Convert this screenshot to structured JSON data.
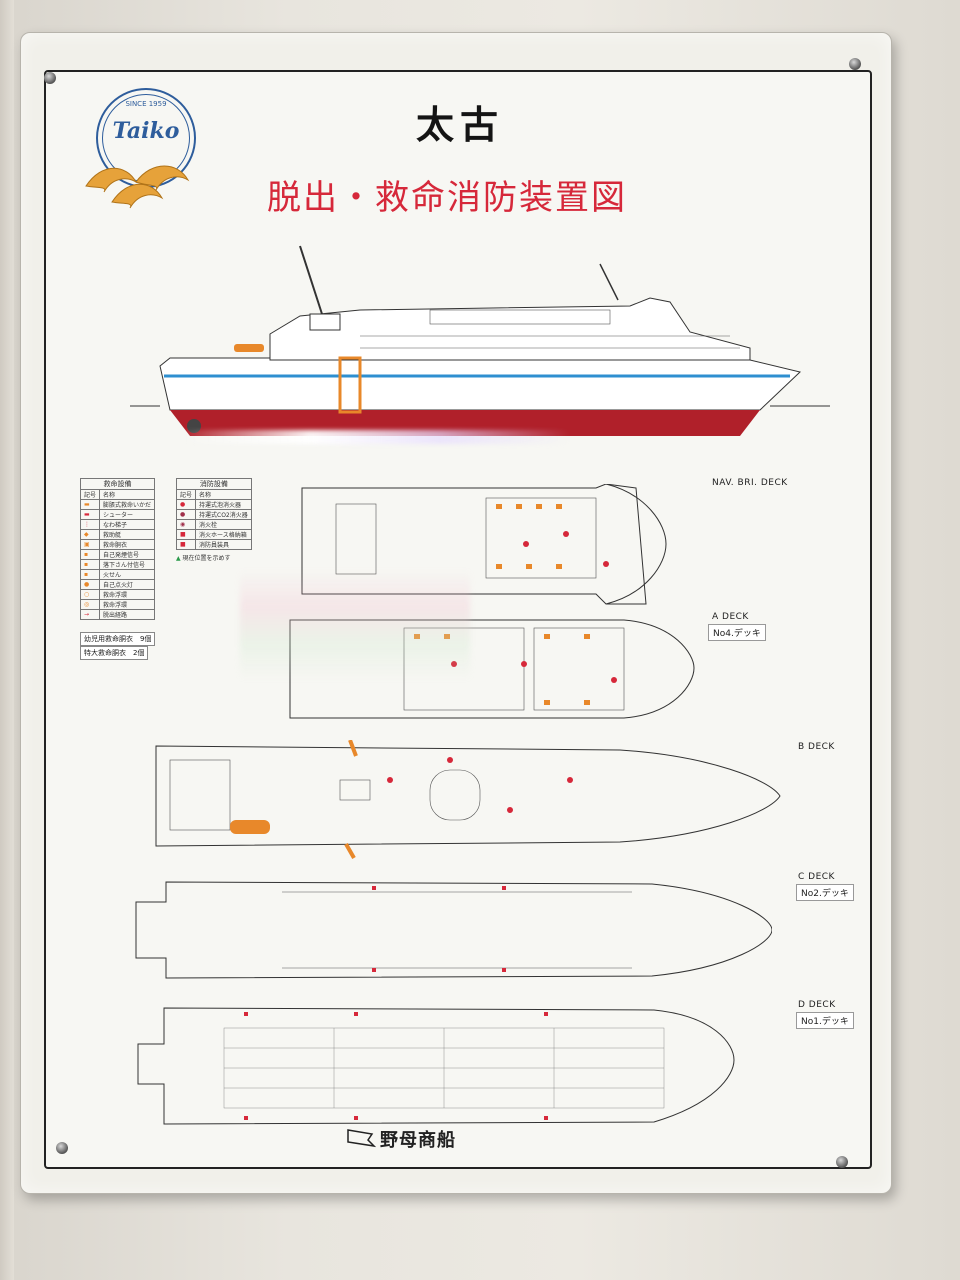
{
  "logo": {
    "since": "SINCE 1959",
    "name": "Taiko"
  },
  "title_jp": "太古",
  "subtitle": "脱出・救命消防装置図",
  "decks": {
    "nav_bri": "NAV. BRI. DECK",
    "a": "A DECK",
    "a_sub": "No4.デッキ",
    "b": "B DECK",
    "c": "C DECK",
    "c_sub": "No2.デッキ",
    "d": "D DECK",
    "d_sub": "No1.デッキ"
  },
  "legend_life": {
    "header": "救命設備",
    "col1": "記号",
    "col2": "名称",
    "items": [
      "膨脹式救命いかだ",
      "シューター",
      "なわ梯子",
      "救助艇",
      "救命胴衣",
      "自己発煙信号",
      "落下さん付信号",
      "火せん",
      "自己点火灯",
      "救命浮環",
      "救命浮環",
      "脱出経路"
    ]
  },
  "legend_fire": {
    "header": "消防設備",
    "col1": "記号",
    "col2": "名称",
    "items": [
      "持運式泡消火器",
      "持運式CO2消火器",
      "消火栓",
      "消火ホース格納箱",
      "消防員装具"
    ],
    "note": "現在位置を示めす"
  },
  "extras": [
    "幼児用救命胴衣　9個",
    "特大救命胴衣　2個"
  ],
  "footer": "野母商船",
  "colors": {
    "red": "#d6283a",
    "orange": "#e8882a",
    "blue": "#2e8fd0",
    "hull": "#b0202a"
  }
}
